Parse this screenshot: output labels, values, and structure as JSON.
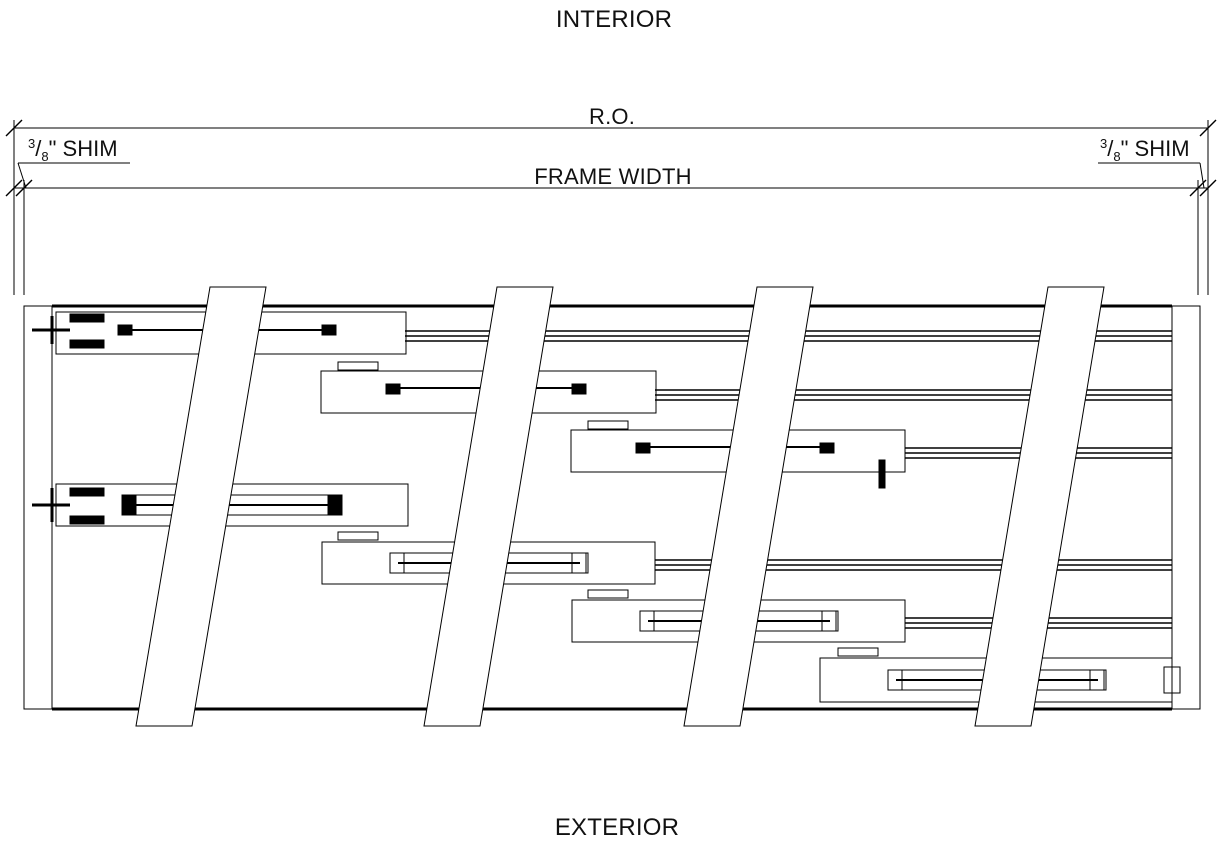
{
  "labels": {
    "interior": "INTERIOR",
    "exterior": "EXTERIOR",
    "rough_opening": "R.O.",
    "frame_width": "FRAME WIDTH"
  },
  "shim_left": {
    "numerator": "3",
    "denominator": "8",
    "text": "\" SHIM"
  },
  "shim_right": {
    "numerator": "3",
    "denominator": "8",
    "text": "\" SHIM"
  }
}
